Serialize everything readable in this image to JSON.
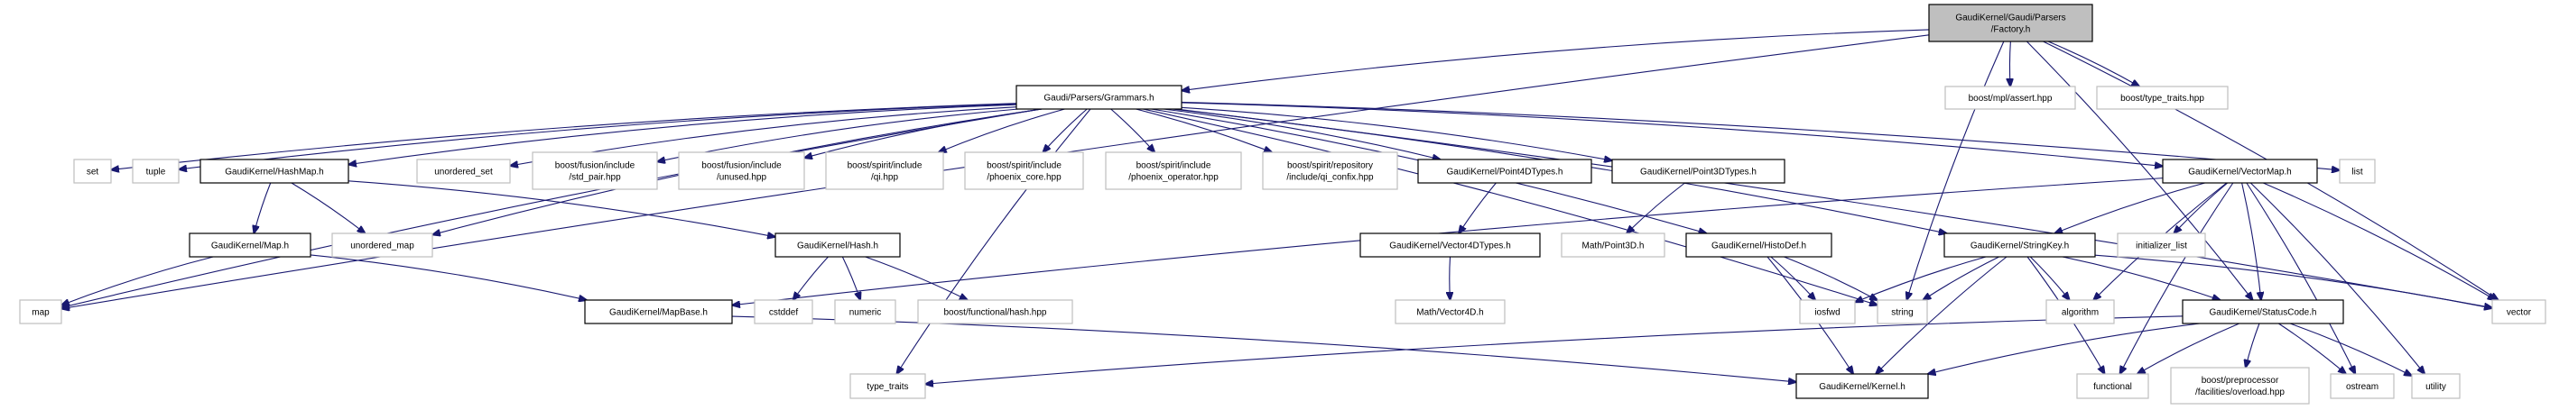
{
  "diagram": {
    "type": "include-dependency-graph",
    "colors": {
      "edge": "#191970",
      "root_fill": "#bfbfbf",
      "documented_border": "#000000",
      "external_border": "#bfbfbf"
    },
    "nodes": [
      {
        "id": "factory",
        "lines": [
          "GaudiKernel/Gaudi/Parsers",
          "/Factory.h"
        ],
        "kind": "root"
      },
      {
        "id": "grammars",
        "lines": [
          "Gaudi/Parsers/Grammars.h"
        ],
        "kind": "documented"
      },
      {
        "id": "assert",
        "lines": [
          "boost/mpl/assert.hpp"
        ],
        "kind": "external"
      },
      {
        "id": "typetraitshpp",
        "lines": [
          "boost/type_traits.hpp"
        ],
        "kind": "external"
      },
      {
        "id": "set",
        "lines": [
          "set"
        ],
        "kind": "external"
      },
      {
        "id": "tuple",
        "lines": [
          "tuple"
        ],
        "kind": "external"
      },
      {
        "id": "hashmap",
        "lines": [
          "GaudiKernel/HashMap.h"
        ],
        "kind": "documented"
      },
      {
        "id": "unordered_set",
        "lines": [
          "unordered_set"
        ],
        "kind": "external"
      },
      {
        "id": "std_pair",
        "lines": [
          "boost/fusion/include",
          "/std_pair.hpp"
        ],
        "kind": "external"
      },
      {
        "id": "unused",
        "lines": [
          "boost/fusion/include",
          "/unused.hpp"
        ],
        "kind": "external"
      },
      {
        "id": "qi",
        "lines": [
          "boost/spirit/include",
          "/qi.hpp"
        ],
        "kind": "external"
      },
      {
        "id": "phoenix_core",
        "lines": [
          "boost/spirit/include",
          "/phoenix_core.hpp"
        ],
        "kind": "external"
      },
      {
        "id": "phoenix_operator",
        "lines": [
          "boost/spirit/include",
          "/phoenix_operator.hpp"
        ],
        "kind": "external"
      },
      {
        "id": "qi_confix",
        "lines": [
          "boost/spirit/repository",
          "/include/qi_confix.hpp"
        ],
        "kind": "external"
      },
      {
        "id": "point4d",
        "lines": [
          "GaudiKernel/Point4DTypes.h"
        ],
        "kind": "documented"
      },
      {
        "id": "point3d",
        "lines": [
          "GaudiKernel/Point3DTypes.h"
        ],
        "kind": "documented"
      },
      {
        "id": "vectormap",
        "lines": [
          "GaudiKernel/VectorMap.h"
        ],
        "kind": "documented"
      },
      {
        "id": "list",
        "lines": [
          "list"
        ],
        "kind": "external"
      },
      {
        "id": "map_h",
        "lines": [
          "GaudiKernel/Map.h"
        ],
        "kind": "documented"
      },
      {
        "id": "unordered_map",
        "lines": [
          "unordered_map"
        ],
        "kind": "external"
      },
      {
        "id": "hash_h",
        "lines": [
          "GaudiKernel/Hash.h"
        ],
        "kind": "documented"
      },
      {
        "id": "vector4d",
        "lines": [
          "GaudiKernel/Vector4DTypes.h"
        ],
        "kind": "documented"
      },
      {
        "id": "mathpoint3d",
        "lines": [
          "Math/Point3D.h"
        ],
        "kind": "external"
      },
      {
        "id": "histodef",
        "lines": [
          "GaudiKernel/HistoDef.h"
        ],
        "kind": "documented"
      },
      {
        "id": "stringkey",
        "lines": [
          "GaudiKernel/StringKey.h"
        ],
        "kind": "documented"
      },
      {
        "id": "initializer_list",
        "lines": [
          "initializer_list"
        ],
        "kind": "external"
      },
      {
        "id": "map",
        "lines": [
          "map"
        ],
        "kind": "external"
      },
      {
        "id": "mapbase",
        "lines": [
          "GaudiKernel/MapBase.h"
        ],
        "kind": "documented"
      },
      {
        "id": "cstddef",
        "lines": [
          "cstddef"
        ],
        "kind": "external"
      },
      {
        "id": "numeric",
        "lines": [
          "numeric"
        ],
        "kind": "external"
      },
      {
        "id": "functional_hash",
        "lines": [
          "boost/functional/hash.hpp"
        ],
        "kind": "external"
      },
      {
        "id": "mathvector4d",
        "lines": [
          "Math/Vector4D.h"
        ],
        "kind": "external"
      },
      {
        "id": "iosfwd",
        "lines": [
          "iosfwd"
        ],
        "kind": "external"
      },
      {
        "id": "string",
        "lines": [
          "string"
        ],
        "kind": "external"
      },
      {
        "id": "algorithm",
        "lines": [
          "algorithm"
        ],
        "kind": "external"
      },
      {
        "id": "statuscode",
        "lines": [
          "GaudiKernel/StatusCode.h"
        ],
        "kind": "documented"
      },
      {
        "id": "vector",
        "lines": [
          "vector"
        ],
        "kind": "external"
      },
      {
        "id": "type_traits",
        "lines": [
          "type_traits"
        ],
        "kind": "external"
      },
      {
        "id": "kernel",
        "lines": [
          "GaudiKernel/Kernel.h"
        ],
        "kind": "documented"
      },
      {
        "id": "functional",
        "lines": [
          "functional"
        ],
        "kind": "external"
      },
      {
        "id": "overload",
        "lines": [
          "boost/preprocessor",
          "/facilities/overload.hpp"
        ],
        "kind": "external"
      },
      {
        "id": "ostream",
        "lines": [
          "ostream"
        ],
        "kind": "external"
      },
      {
        "id": "utility",
        "lines": [
          "utility"
        ],
        "kind": "external"
      }
    ],
    "edges": [
      [
        "factory",
        "grammars"
      ],
      [
        "factory",
        "map"
      ],
      [
        "factory",
        "string"
      ],
      [
        "factory",
        "assert"
      ],
      [
        "factory",
        "typetraitshpp"
      ],
      [
        "factory",
        "statuscode"
      ],
      [
        "factory",
        "vector"
      ],
      [
        "grammars",
        "map"
      ],
      [
        "grammars",
        "set"
      ],
      [
        "grammars",
        "tuple"
      ],
      [
        "grammars",
        "hashmap"
      ],
      [
        "grammars",
        "unordered_set"
      ],
      [
        "grammars",
        "unordered_map"
      ],
      [
        "grammars",
        "std_pair"
      ],
      [
        "grammars",
        "unused"
      ],
      [
        "grammars",
        "qi"
      ],
      [
        "grammars",
        "phoenix_core"
      ],
      [
        "grammars",
        "phoenix_operator"
      ],
      [
        "grammars",
        "qi_confix"
      ],
      [
        "grammars",
        "point4d"
      ],
      [
        "grammars",
        "point3d"
      ],
      [
        "grammars",
        "histodef"
      ],
      [
        "grammars",
        "string"
      ],
      [
        "grammars",
        "stringkey"
      ],
      [
        "grammars",
        "vectormap"
      ],
      [
        "grammars",
        "list"
      ],
      [
        "grammars",
        "vector"
      ],
      [
        "grammars",
        "type_traits"
      ],
      [
        "hashmap",
        "map_h"
      ],
      [
        "hashmap",
        "unordered_map"
      ],
      [
        "hashmap",
        "hash_h"
      ],
      [
        "map_h",
        "map"
      ],
      [
        "map_h",
        "mapbase"
      ],
      [
        "hash_h",
        "cstddef"
      ],
      [
        "hash_h",
        "numeric"
      ],
      [
        "hash_h",
        "functional_hash"
      ],
      [
        "mapbase",
        "kernel"
      ],
      [
        "point4d",
        "vector4d"
      ],
      [
        "vector4d",
        "mathvector4d"
      ],
      [
        "point3d",
        "mathpoint3d"
      ],
      [
        "histodef",
        "iosfwd"
      ],
      [
        "histodef",
        "string"
      ],
      [
        "histodef",
        "kernel"
      ],
      [
        "stringkey",
        "iosfwd"
      ],
      [
        "stringkey",
        "string"
      ],
      [
        "stringkey",
        "kernel"
      ],
      [
        "stringkey",
        "algorithm"
      ],
      [
        "stringkey",
        "functional"
      ],
      [
        "stringkey",
        "statuscode"
      ],
      [
        "stringkey",
        "vector"
      ],
      [
        "vectormap",
        "mapbase"
      ],
      [
        "vectormap",
        "stringkey"
      ],
      [
        "vectormap",
        "initializer_list"
      ],
      [
        "vectormap",
        "algorithm"
      ],
      [
        "vectormap",
        "functional"
      ],
      [
        "vectormap",
        "statuscode"
      ],
      [
        "vectormap",
        "ostream"
      ],
      [
        "vectormap",
        "utility"
      ],
      [
        "vectormap",
        "vector"
      ],
      [
        "statuscode",
        "type_traits"
      ],
      [
        "statuscode",
        "kernel"
      ],
      [
        "statuscode",
        "functional"
      ],
      [
        "statuscode",
        "overload"
      ],
      [
        "statuscode",
        "ostream"
      ],
      [
        "statuscode",
        "utility"
      ]
    ]
  }
}
